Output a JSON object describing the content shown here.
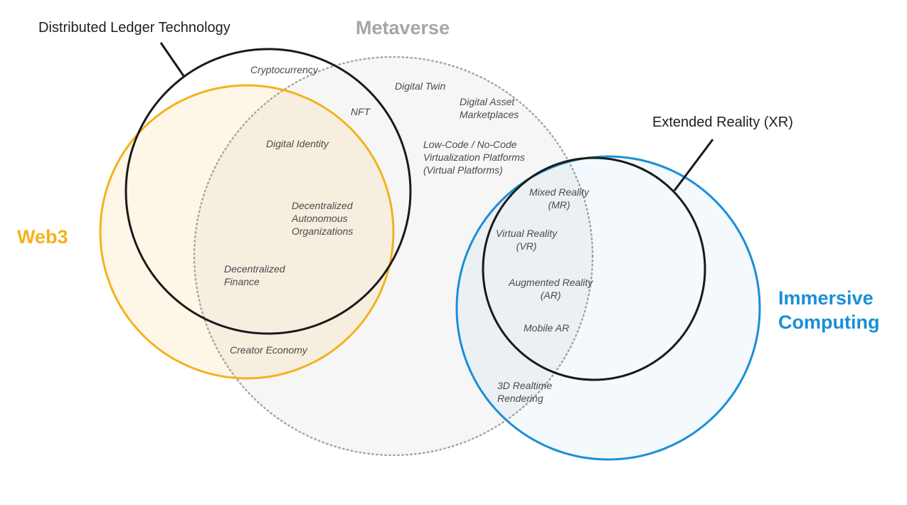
{
  "colors": {
    "web3": "#f5b11d",
    "dlt": "#1a1a1a",
    "metaverse": "#a6a6a6",
    "metaverse_fill": "#eeeeee",
    "immersive": "#1a8fd6",
    "xr": "#1a1a1a",
    "item_text": "#4a4a4a"
  },
  "labels": {
    "dlt": "Distributed Ledger Technology",
    "metaverse": "Metaverse",
    "xr": "Extended Reality (XR)",
    "web3": "Web3",
    "immersive": [
      "Immersive",
      "Computing"
    ]
  },
  "items": {
    "cryptocurrency": [
      "Cryptocurrency"
    ],
    "nft": [
      "NFT"
    ],
    "digital_twin": [
      "Digital Twin"
    ],
    "digital_asset": [
      "Digital Asset",
      "Marketplaces"
    ],
    "digital_identity": [
      "Digital Identity"
    ],
    "low_code": [
      "Low-Code / No-Code",
      "Virtualization Platforms",
      "(Virtual Platforms)"
    ],
    "dao": [
      "Decentralized",
      "Autonomous",
      "Organizations"
    ],
    "defi": [
      "Decentralized",
      "Finance"
    ],
    "creator_economy": [
      "Creator Economy"
    ],
    "mixed_reality": [
      "Mixed Reality",
      "(MR)"
    ],
    "virtual_reality": [
      "Virtual Reality",
      "(VR)"
    ],
    "augmented_reality": [
      "Augmented Reality",
      "(AR)"
    ],
    "mobile_ar": [
      "Mobile AR"
    ],
    "realtime_rendering": [
      "3D Realtime",
      "Rendering"
    ]
  }
}
